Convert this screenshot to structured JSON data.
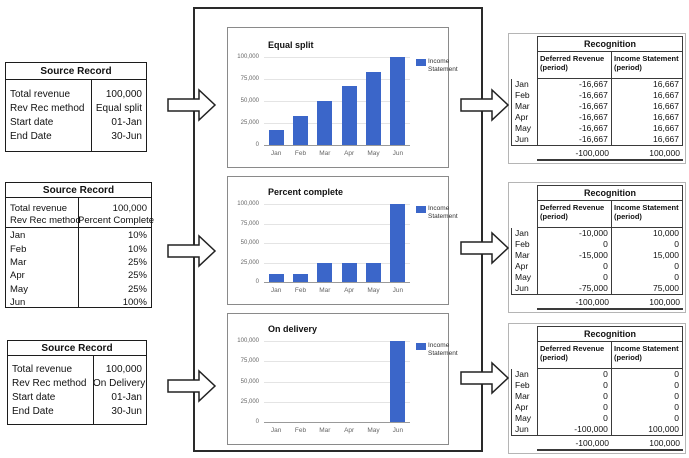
{
  "colors": {
    "series_blue": "#3b66c9",
    "grid": "#e4e4e4"
  },
  "source_records": [
    {
      "title": "Source Record",
      "sections": [
        [
          [
            "Total revenue",
            "100,000"
          ],
          [
            "Rev Rec method",
            "Equal split"
          ],
          [
            "Start date",
            "01-Jan"
          ],
          [
            "End Date",
            "30-Jun"
          ]
        ]
      ]
    },
    {
      "title": "Source Record",
      "sections": [
        [
          [
            "Total revenue",
            "100,000"
          ],
          [
            "Rev Rec method",
            "Percent Complete"
          ]
        ],
        [
          [
            "Jan",
            "10%"
          ],
          [
            "Feb",
            "10%"
          ],
          [
            "Mar",
            "25%"
          ],
          [
            "Apr",
            "25%"
          ],
          [
            "May",
            "25%"
          ],
          [
            "Jun",
            "100%"
          ]
        ]
      ]
    },
    {
      "title": "Source Record",
      "sections": [
        [
          [
            "Total revenue",
            "100,000"
          ],
          [
            "Rev Rec method",
            "On Delivery"
          ],
          [
            "Start date",
            "01-Jan"
          ],
          [
            "End Date",
            "30-Jun"
          ]
        ]
      ]
    }
  ],
  "chart_data": [
    {
      "type": "bar",
      "title": "Equal split",
      "categories": [
        "Jan",
        "Feb",
        "Mar",
        "Apr",
        "May",
        "Jun"
      ],
      "series": [
        {
          "name": "Income Statement",
          "color": "#3b66c9",
          "values": [
            16667,
            33333,
            50000,
            66667,
            83333,
            100000
          ]
        }
      ],
      "xlabel": "",
      "ylabel": "",
      "ylim": [
        0,
        100000
      ],
      "ytick_values": [
        0,
        25000,
        50000,
        75000,
        100000
      ],
      "ytick_labels": [
        "0",
        "25,000",
        "50,000",
        "75,000",
        "100,000"
      ],
      "grid": true,
      "legend_position": "right"
    },
    {
      "type": "bar",
      "title": "Percent complete",
      "categories": [
        "Jan",
        "Feb",
        "Mar",
        "Apr",
        "May",
        "Jun"
      ],
      "series": [
        {
          "name": "Income Statement",
          "color": "#3b66c9",
          "values": [
            10000,
            10000,
            25000,
            25000,
            25000,
            100000
          ]
        }
      ],
      "xlabel": "",
      "ylabel": "",
      "ylim": [
        0,
        100000
      ],
      "ytick_values": [
        0,
        25000,
        50000,
        75000,
        100000
      ],
      "ytick_labels": [
        "0",
        "25,000",
        "50,000",
        "75,000",
        "100,000"
      ],
      "grid": true,
      "legend_position": "right"
    },
    {
      "type": "bar",
      "title": "On delivery",
      "categories": [
        "Jan",
        "Feb",
        "Mar",
        "Apr",
        "May",
        "Jun"
      ],
      "series": [
        {
          "name": "Income Statement",
          "color": "#3b66c9",
          "values": [
            0,
            0,
            0,
            0,
            0,
            100000
          ]
        }
      ],
      "xlabel": "",
      "ylabel": "",
      "ylim": [
        0,
        100000
      ],
      "ytick_values": [
        0,
        25000,
        50000,
        75000,
        100000
      ],
      "ytick_labels": [
        "0",
        "25,000",
        "50,000",
        "75,000",
        "100,000"
      ],
      "grid": true,
      "legend_position": "right"
    }
  ],
  "recognition_tables": [
    {
      "title": "Recognition",
      "columns": [
        "Deferred Revenue (period)",
        "Income Statement (period)"
      ],
      "months": [
        "Jan",
        "Feb",
        "Mar",
        "Apr",
        "May",
        "Jun"
      ],
      "deferred": [
        "-16,667",
        "-16,667",
        "-16,667",
        "-16,667",
        "-16,667",
        "-16,667"
      ],
      "income": [
        "16,667",
        "16,667",
        "16,667",
        "16,667",
        "16,667",
        "16,667"
      ],
      "total": [
        "-100,000",
        "100,000"
      ]
    },
    {
      "title": "Recognition",
      "columns": [
        "Deferred Revenue (period)",
        "Income Statement (period)"
      ],
      "months": [
        "Jan",
        "Feb",
        "Mar",
        "Apr",
        "May",
        "Jun"
      ],
      "deferred": [
        "-10,000",
        "0",
        "-15,000",
        "0",
        "0",
        "-75,000"
      ],
      "income": [
        "10,000",
        "0",
        "15,000",
        "0",
        "0",
        "75,000"
      ],
      "total": [
        "-100,000",
        "100,000"
      ]
    },
    {
      "title": "Recognition",
      "columns": [
        "Deferred Revenue (period)",
        "Income Statement (period)"
      ],
      "months": [
        "Jan",
        "Feb",
        "Mar",
        "Apr",
        "May",
        "Jun"
      ],
      "deferred": [
        "0",
        "0",
        "0",
        "0",
        "0",
        "-100,000"
      ],
      "income": [
        "0",
        "0",
        "0",
        "0",
        "0",
        "100,000"
      ],
      "total": [
        "-100,000",
        "100,000"
      ]
    }
  ]
}
